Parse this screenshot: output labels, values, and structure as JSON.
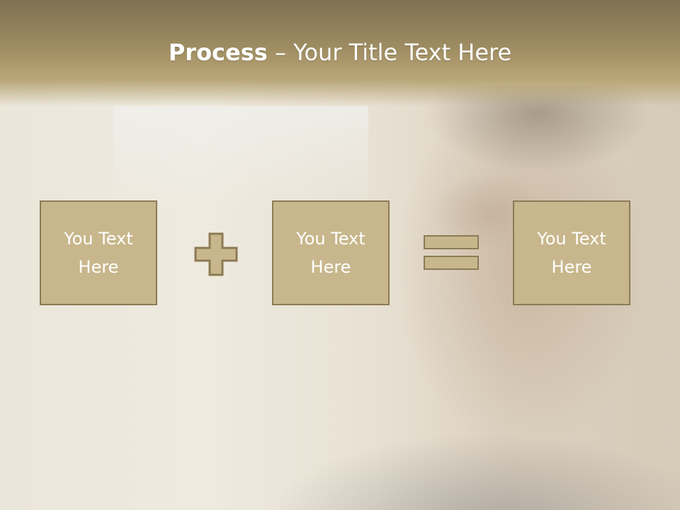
{
  "title": {
    "bold": "Process",
    "rest": " – Your Title Text Here"
  },
  "boxes": [
    {
      "label": "You Text Here"
    },
    {
      "label": "You Text Here"
    },
    {
      "label": "You Text Here"
    }
  ],
  "colors": {
    "header": "#a08f63",
    "box_fill": "#c8b78c",
    "box_border": "#8c7b55",
    "text": "#ffffff"
  },
  "icons": [
    "plus-icon",
    "equals-icon"
  ]
}
